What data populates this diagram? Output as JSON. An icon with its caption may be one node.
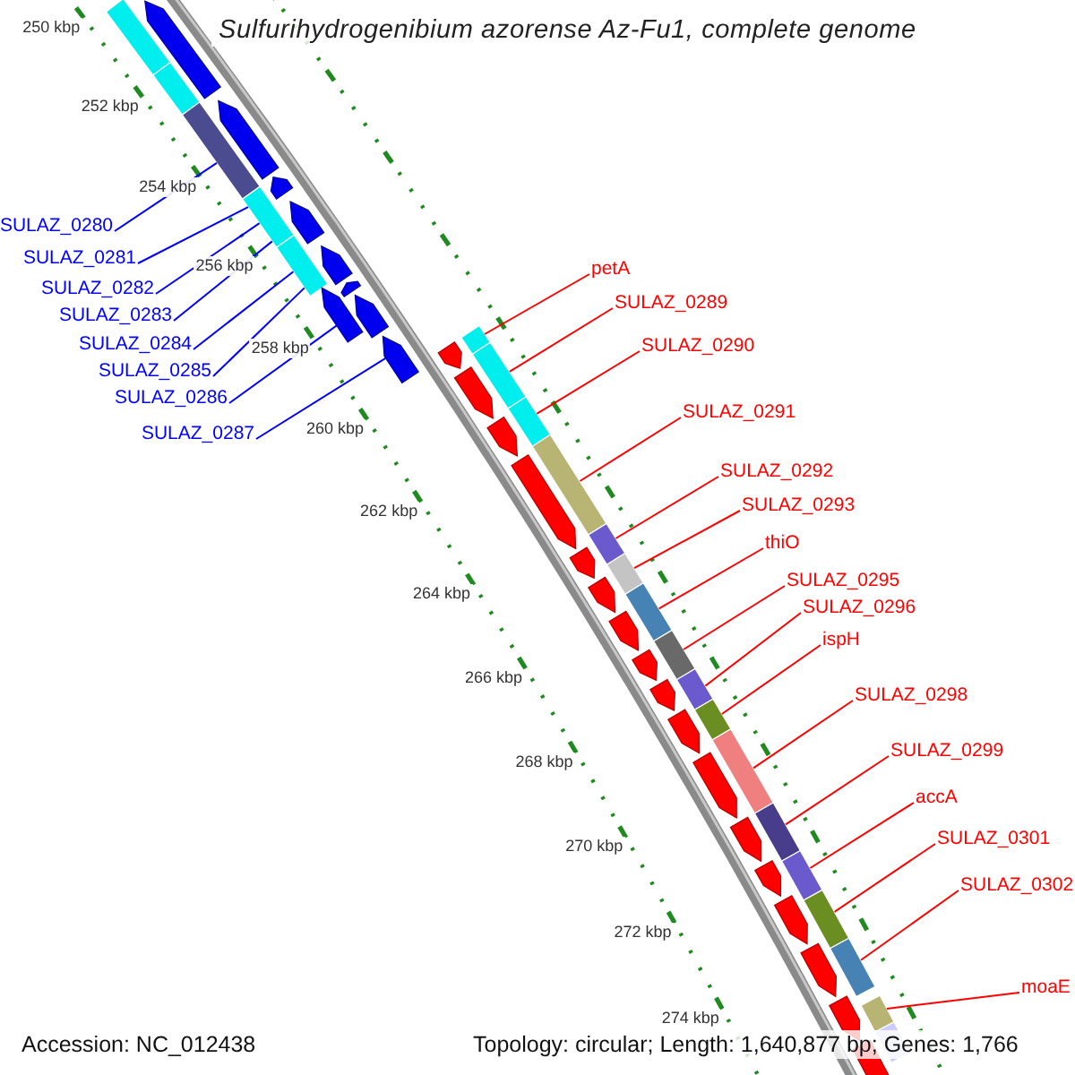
{
  "diagram": {
    "title": "Sulfurihydrogenibium azorense Az-Fu1, complete genome",
    "nodes": [
      {
        "text": [
          "SULAZ_0280"
        ]
      },
      {
        "text": [
          "SULAZ_0281"
        ]
      },
      {
        "text": [
          "SULAZ_0282"
        ]
      },
      {
        "text": [
          "SULAZ_0283"
        ]
      },
      {
        "text": [
          "SULAZ_0284"
        ]
      },
      {
        "text": [
          "SULAZ_0285"
        ]
      },
      {
        "text": [
          "SULAZ_0286"
        ]
      },
      {
        "text": [
          "SULAZ_0287"
        ]
      },
      {
        "text": [
          "petA"
        ]
      },
      {
        "text": [
          "SULAZ_0289"
        ]
      },
      {
        "text": [
          "SULAZ_0290"
        ]
      },
      {
        "text": [
          "SULAZ_0291"
        ]
      },
      {
        "text": [
          "SULAZ_0292"
        ]
      },
      {
        "text": [
          "SULAZ_0293"
        ]
      },
      {
        "text": [
          "thiO"
        ]
      },
      {
        "text": [
          "SULAZ_0295"
        ]
      },
      {
        "text": [
          "SULAZ_0296"
        ]
      },
      {
        "text": [
          "ispH"
        ]
      },
      {
        "text": [
          "SULAZ_0298"
        ]
      },
      {
        "text": [
          "SULAZ_0299"
        ]
      },
      {
        "text": [
          "accA"
        ]
      },
      {
        "text": [
          "SULAZ_0301"
        ]
      },
      {
        "text": [
          "SULAZ_0302"
        ]
      },
      {
        "text": [
          "moaE"
        ]
      },
      {
        "text": [],
        "shape": "bar"
      },
      {
        "text": [],
        "shape": "pentagon"
      },
      {
        "text": [],
        "shape": "bar"
      },
      {
        "text": [],
        "shape": "bar"
      },
      {
        "text": [],
        "shape": "pentagon"
      },
      {
        "text": [],
        "shape": "pentagon"
      },
      {
        "text": [],
        "shape": "bar"
      },
      {
        "text": [],
        "shape": "pentagon"
      },
      {
        "text": [],
        "shape": "bar"
      },
      {
        "text": [],
        "shape": "pentagon"
      },
      {
        "text": [],
        "shape": "pentagon"
      },
      {
        "text": [],
        "shape": "pentagon"
      },
      {
        "text": [],
        "shape": "pentagon"
      },
      {
        "text": [],
        "shape": "pentagon"
      },
      {
        "text": [],
        "shape": "pentagon"
      },
      {
        "text": [],
        "shape": "bar"
      },
      {
        "text": [],
        "shape": "bar"
      },
      {
        "text": [],
        "shape": "pentagon"
      },
      {
        "text": [],
        "shape": "bar"
      },
      {
        "text": [],
        "shape": "pentagon"
      },
      {
        "text": [],
        "shape": "bar"
      },
      {
        "text": [],
        "shape": "pentagon"
      },
      {
        "text": [],
        "shape": "bar"
      },
      {
        "text": [],
        "shape": "pentagon"
      },
      {
        "text": [],
        "shape": "bar"
      },
      {
        "text": [],
        "shape": "pentagon"
      },
      {
        "text": [],
        "shape": "bar"
      },
      {
        "text": [],
        "shape": "pentagon"
      },
      {
        "text": [],
        "shape": "bar"
      },
      {
        "text": [],
        "shape": "pentagon"
      },
      {
        "text": [],
        "shape": "pentagon"
      },
      {
        "text": [],
        "shape": "bar"
      },
      {
        "text": [],
        "shape": "pentagon"
      },
      {
        "text": [],
        "shape": "bar"
      },
      {
        "text": [],
        "shape": "bar"
      },
      {
        "text": [],
        "shape": "pentagon"
      },
      {
        "text": [],
        "shape": "bar"
      },
      {
        "text": [],
        "shape": "pentagon"
      },
      {
        "text": [],
        "shape": "pentagon"
      },
      {
        "text": [],
        "shape": "bar"
      },
      {
        "text": [],
        "shape": "pentagon"
      },
      {
        "text": [],
        "shape": "bar"
      },
      {
        "text": [],
        "shape": "pentagon"
      },
      {
        "text": [],
        "shape": "bar"
      },
      {
        "text": [],
        "shape": "pentagon"
      },
      {
        "text": [],
        "shape": "bar"
      },
      {
        "text": [],
        "shape": "bar"
      },
      {
        "text": [],
        "shape": "pentagon"
      }
    ],
    "edges": [
      {
        "from": 0,
        "to": 27,
        "arrow": "none",
        "color": "#0000ff"
      },
      {
        "from": 1,
        "to": 30,
        "arrow": "none",
        "color": "#0000ff"
      },
      {
        "from": 2,
        "to": 30,
        "arrow": "none",
        "color": "#0000ff"
      },
      {
        "from": 3,
        "to": 30,
        "arrow": "none",
        "color": "#0000ff"
      },
      {
        "from": 4,
        "to": 32,
        "arrow": "none",
        "color": "#0000ff"
      },
      {
        "from": 5,
        "to": 32,
        "arrow": "none",
        "color": "#0000ff"
      },
      {
        "from": 6,
        "to": 34,
        "arrow": "none",
        "color": "#0000ff"
      },
      {
        "from": 7,
        "to": 37,
        "arrow": "none",
        "color": "#0000ff"
      },
      {
        "from": 8,
        "to": 39,
        "arrow": "none"
      },
      {
        "from": 9,
        "to": 40,
        "arrow": "none"
      },
      {
        "from": 10,
        "to": 42,
        "arrow": "none"
      },
      {
        "from": 11,
        "to": 44,
        "arrow": "none"
      },
      {
        "from": 12,
        "to": 46,
        "arrow": "none"
      },
      {
        "from": 13,
        "to": 48,
        "arrow": "none"
      },
      {
        "from": 14,
        "to": 50,
        "arrow": "none"
      },
      {
        "from": 15,
        "to": 52,
        "arrow": "none"
      },
      {
        "from": 16,
        "to": 55,
        "arrow": "none"
      },
      {
        "from": 17,
        "to": 57,
        "arrow": "none"
      },
      {
        "from": 18,
        "to": 58,
        "arrow": "none"
      },
      {
        "from": 19,
        "to": 60,
        "arrow": "none"
      },
      {
        "from": 20,
        "to": 63,
        "arrow": "none"
      },
      {
        "from": 21,
        "to": 65,
        "arrow": "none"
      },
      {
        "from": 22,
        "to": 67,
        "arrow": "none"
      },
      {
        "from": 23,
        "to": 69,
        "arrow": "none"
      }
    ],
    "labels": [
      "250 kbp",
      "252 kbp",
      "254 kbp",
      "256 kbp",
      "258 kbp",
      "260 kbp",
      "262 kbp",
      "264 kbp",
      "266 kbp",
      "268 kbp",
      "270 kbp",
      "272 kbp",
      "274 kbp",
      "Accession: NC_012438",
      "Topology: circular; Length: 1,640,877 bp; Genes: 1,766"
    ]
  }
}
